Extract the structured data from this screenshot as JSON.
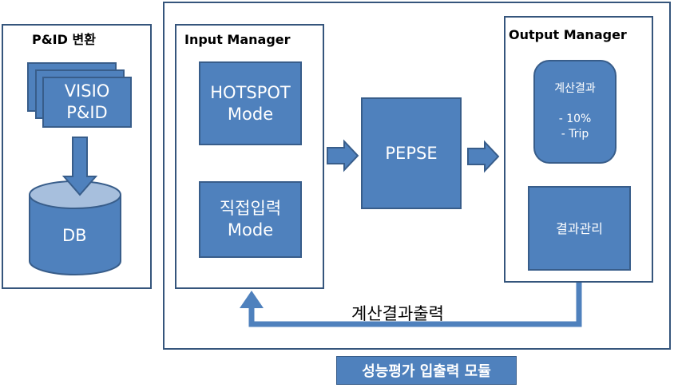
{
  "left_panel": {
    "title": "P&ID 변환",
    "visio_text": "VISIO\nP&ID",
    "db_text": "DB"
  },
  "input_manager": {
    "title": "Input Manager",
    "hotspot": "HOTSPOT\nMode",
    "direct": "직접입력\nMode"
  },
  "pepse": {
    "label": "PEPSE"
  },
  "output_manager": {
    "title": "Output Manager",
    "calc_result": "계산결과\n\n- 10%\n- Trip",
    "result_mgmt": "결과관리"
  },
  "feedback_label": "계산결과출력",
  "module_label": "성능평가 입출력 모듈",
  "colors": {
    "box_fill": "#4f81bd",
    "box_border": "#385d8a",
    "panel_border": "#35557c"
  }
}
